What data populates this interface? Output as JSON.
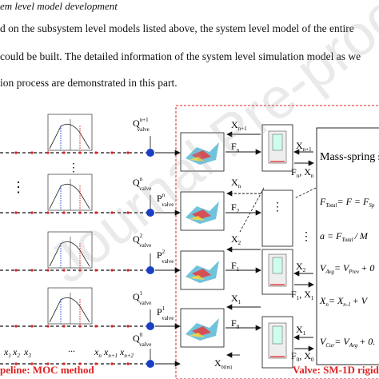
{
  "heading": "em level model development",
  "paragraph": {
    "line1": "d on the subsystem level models listed above, the system level model of the entire",
    "line2": "could be built. The detailed information of the system level simulation model as we",
    "line3": "ion process are demonstrated in this part."
  },
  "watermark": "Journal Pre-proof",
  "figure": {
    "pipeline_caption": "peline: MOC method",
    "valve_caption": "Valve: SM-1D rigid",
    "mass_spring_title": "Mass-spring sy",
    "vertical_dots": "⋮",
    "pipe_axis": {
      "x1": "x",
      "x1_sub": "1",
      "x2": "x",
      "x2_sub": "2",
      "x3": "x",
      "x3_sub": "3",
      "dots": "...",
      "xn": "x",
      "xn_sub": "n",
      "xn1_sub": "n+1",
      "xn2_sub": "n+2"
    },
    "q_labels": [
      {
        "base": "Q",
        "sup": "n+1",
        "sub": "valve"
      },
      {
        "base": "Q",
        "sup": "n",
        "sub": "valve"
      },
      {
        "base": "Q",
        "sup": "2",
        "sub": "valve"
      },
      {
        "base": "Q",
        "sup": "1",
        "sub": "valve"
      },
      {
        "base": "Q",
        "sup": "0",
        "sub": "valve"
      }
    ],
    "p_labels": [
      {
        "base": "P",
        "sup": "n",
        "sub": "valve"
      },
      {
        "base": "P",
        "sup": "2",
        "sub": "valve"
      },
      {
        "base": "P",
        "sup": "1",
        "sub": "valve"
      }
    ],
    "force_labels": [
      {
        "base": "F",
        "sub": "n"
      },
      {
        "base": "F",
        "sub": "2"
      },
      {
        "base": "F",
        "sub": "1"
      },
      {
        "base": "F",
        "sub": "0"
      }
    ],
    "x_labels": [
      {
        "base": "X",
        "sub": "n+1"
      },
      {
        "base": "X",
        "sub": "n"
      },
      {
        "base": "X",
        "sub": "2"
      },
      {
        "base": "X",
        "sub": "1"
      },
      {
        "base": "X",
        "sub": "0(Ini)"
      }
    ],
    "right_pairs": [
      {
        "x": "X",
        "x_sub": "n+1",
        "fx": "F",
        "fx_sub": "n",
        "fx2": "X",
        "fx2_sub": "n"
      },
      {
        "x": "X",
        "x_sub": "2",
        "fx": "F",
        "fx_sub": "1",
        "fx2": "X",
        "fx2_sub": "1"
      },
      {
        "x": "X",
        "x_sub": "1",
        "fx": "F",
        "fx_sub": "0",
        "fx2": "X",
        "fx2_sub": "0"
      }
    ],
    "equations": [
      {
        "lhs": "F",
        "lhs_sub": "Total",
        "rhs": "= F = F",
        "rhs_sub": "Sp"
      },
      {
        "lhs": "a",
        "lhs_sub": "",
        "rhs": "= F",
        "rhs_sub": "Total",
        "tail": "/ M"
      },
      {
        "lhs": "V",
        "lhs_sub": "Avg",
        "rhs": "= V",
        "rhs_sub": "Prev",
        "tail": "+ 0"
      },
      {
        "lhs": "X",
        "lhs_sub": "n",
        "rhs": "= X",
        "rhs_sub": "n-1",
        "tail": "+ V"
      },
      {
        "lhs": "V",
        "lhs_sub": "Cur",
        "rhs": "= V",
        "rhs_sub": "Avg",
        "tail": "+ 0."
      }
    ]
  }
}
